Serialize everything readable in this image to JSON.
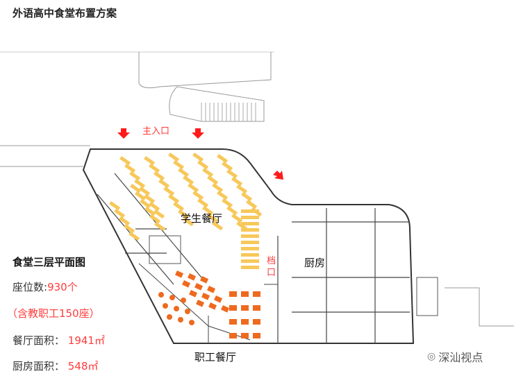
{
  "title": "外语高中食堂布置方案",
  "plan": {
    "main_entrance": "主入口",
    "student_dining": "学生餐厅",
    "kitchen": "厨房",
    "counter": "档口",
    "staff_dining": "职工餐厅"
  },
  "info": {
    "heading": "食堂三层平面图",
    "seats_label": "座位数:",
    "seats_value": "930个",
    "staff_note": "（含教职工150座）",
    "dining_area_label": "餐厅面积：",
    "dining_area_value": "1941㎡",
    "kitchen_area_label": "厨房面积：",
    "kitchen_area_value": "548㎡"
  },
  "watermark": "深汕视点",
  "colors": {
    "student_tables": "#f7c85a",
    "staff_tables": "#ee6a1f",
    "accent": "#ff2a2a"
  }
}
